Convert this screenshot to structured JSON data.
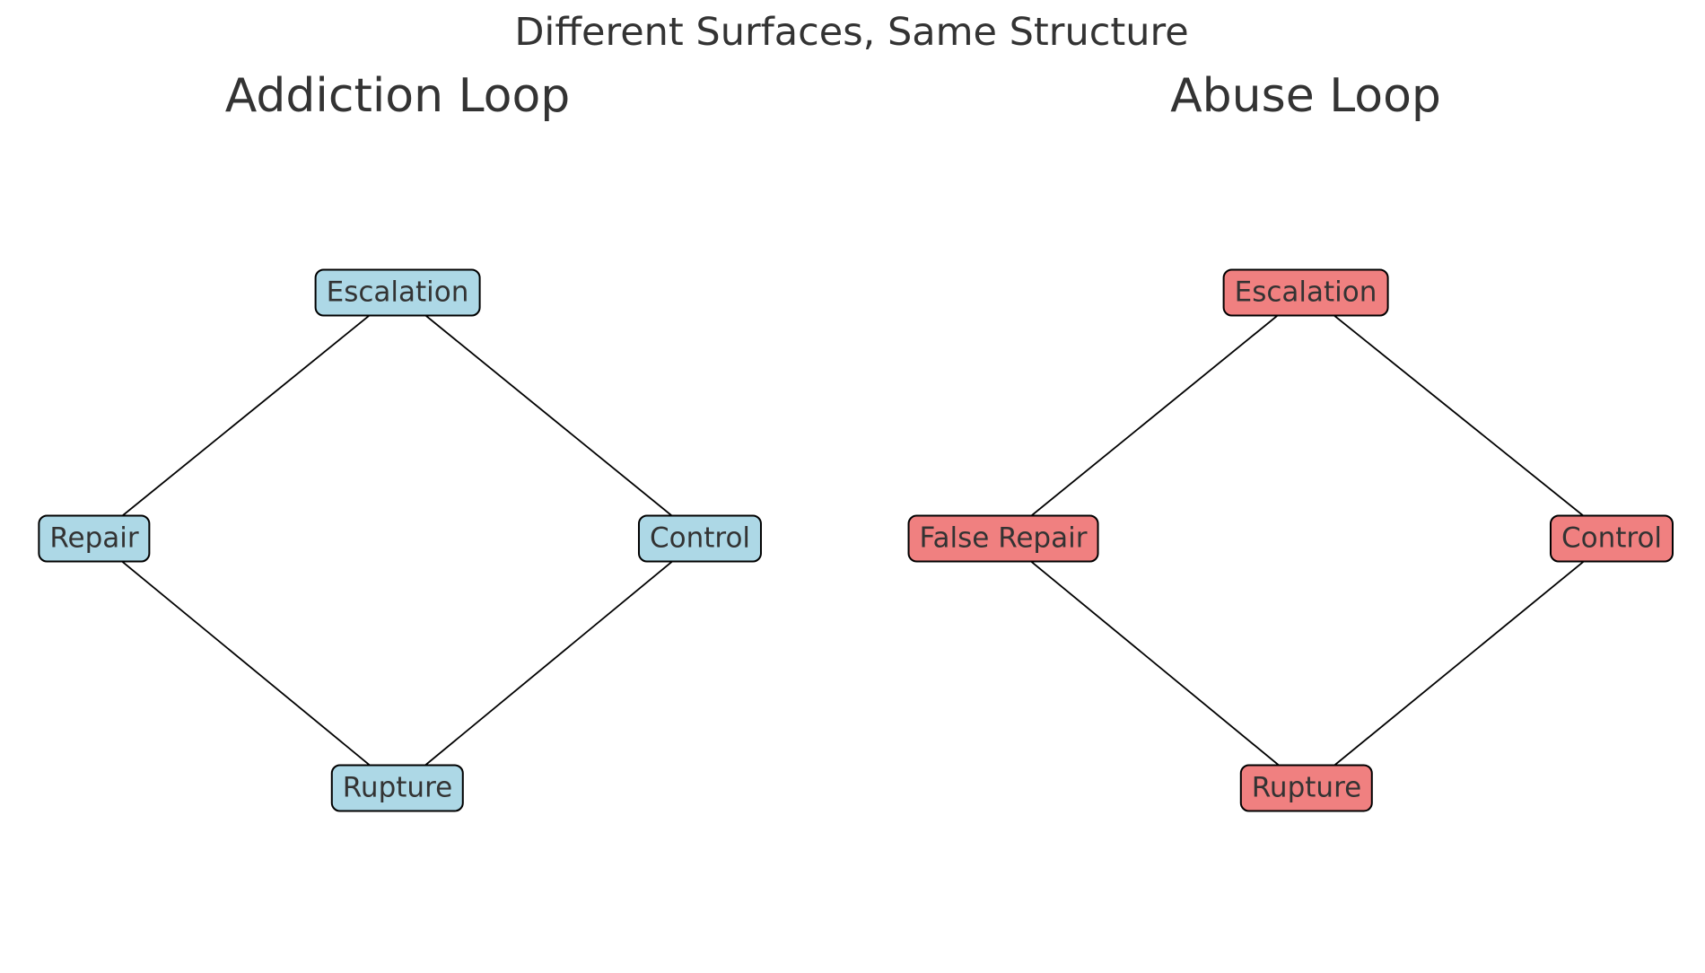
{
  "figure": {
    "title": "Different Surfaces, Same Structure",
    "background": "#ffffff",
    "title_color": "#333333",
    "node_text_color": "#333333",
    "node_border_color": "#000000",
    "edge_color": "#000000"
  },
  "loops": [
    {
      "title": "Addiction Loop",
      "node_fill": "#add8e6",
      "nodes": {
        "top": "Escalation",
        "left": "Repair",
        "right": "Control",
        "bottom": "Rupture"
      },
      "edges": [
        [
          "Escalation",
          "Repair"
        ],
        [
          "Escalation",
          "Control"
        ],
        [
          "Repair",
          "Rupture"
        ],
        [
          "Control",
          "Rupture"
        ]
      ]
    },
    {
      "title": "Abuse Loop",
      "node_fill": "#f08080",
      "nodes": {
        "top": "Escalation",
        "left": "False Repair",
        "right": "Control",
        "bottom": "Rupture"
      },
      "edges": [
        [
          "Escalation",
          "False Repair"
        ],
        [
          "Escalation",
          "Control"
        ],
        [
          "False Repair",
          "Rupture"
        ],
        [
          "Control",
          "Rupture"
        ]
      ]
    }
  ]
}
